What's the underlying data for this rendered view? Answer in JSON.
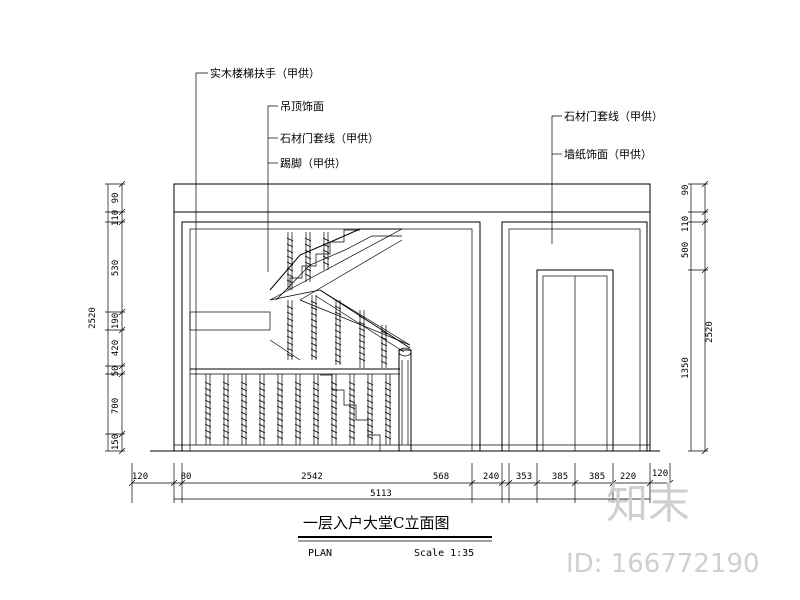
{
  "annotations": [
    {
      "id": "handrail",
      "text": "实木楼梯扶手（甲供）"
    },
    {
      "id": "ceiling",
      "text": "吊顶饰面"
    },
    {
      "id": "stone-trim-left",
      "text": "石材门套线（甲供）"
    },
    {
      "id": "baseboard",
      "text": "踢脚（甲供）"
    },
    {
      "id": "stone-trim-right",
      "text": "石材门套线（甲供）"
    },
    {
      "id": "wallpaper",
      "text": "墙纸饰面（甲供）"
    }
  ],
  "left_dims": {
    "total": "2520",
    "segments": [
      "90",
      "110",
      "530",
      "190",
      "420",
      "50",
      "700",
      "150"
    ]
  },
  "right_dims": {
    "total": "2520",
    "segments": [
      "90",
      "110",
      "500",
      "1350"
    ]
  },
  "bottom_dims": {
    "segments": [
      "120",
      "80",
      "2542",
      "568",
      "240",
      "353",
      "385",
      "385",
      "220",
      "120"
    ],
    "total": "5113"
  },
  "title": "一层入户大堂C立面图",
  "plan_label": "PLAN",
  "scale_label": "Scale 1:35",
  "watermark": {
    "logo": "知末",
    "id_text": "ID: 166772190"
  }
}
